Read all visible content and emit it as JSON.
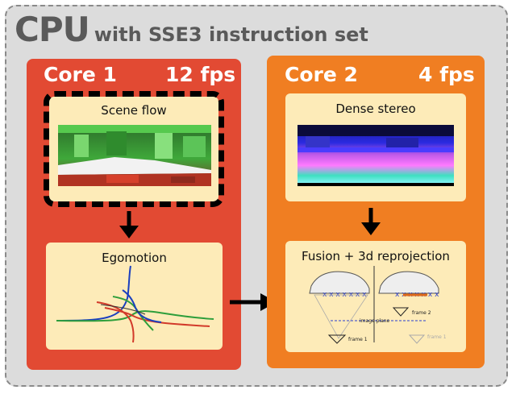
{
  "header": {
    "title_big": "CPU",
    "title_rest": "with SSE3 instruction set"
  },
  "core1": {
    "name": "Core 1",
    "fps": "12 fps",
    "box1_title": "Scene flow",
    "box2_title": "Egomotion"
  },
  "core2": {
    "name": "Core 2",
    "fps": "4 fps",
    "box1_title": "Dense stereo",
    "box2_title": "Fusion + 3d reprojection",
    "fusion_labels": {
      "image_plane": "image plane",
      "frame1": "frame 1",
      "frame2": "frame 2",
      "frame1_faded": "frame 1"
    }
  },
  "colors": {
    "frame_bg": "#dcdcdc",
    "core1": "#e24a33",
    "core2": "#f07e22",
    "box_bg": "#fdebb8",
    "arrow": "#000000"
  }
}
